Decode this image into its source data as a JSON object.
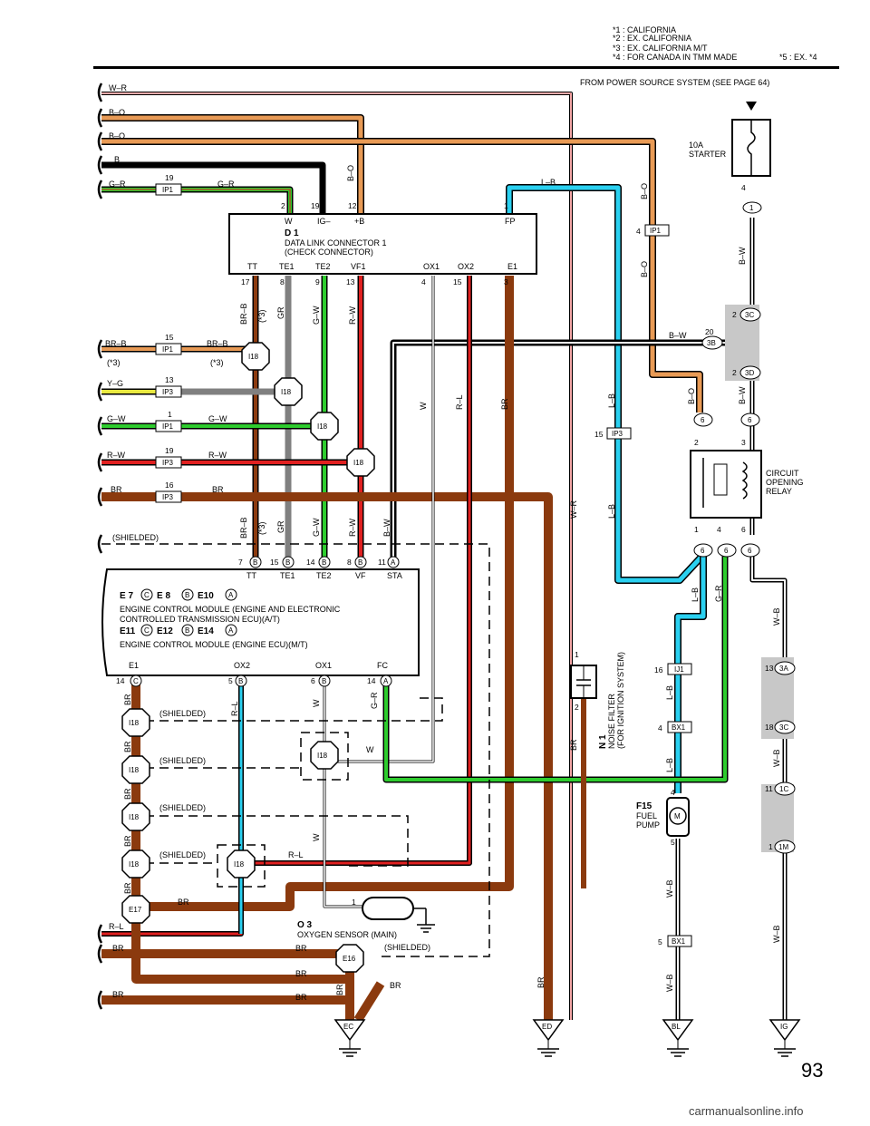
{
  "page": {
    "number": "93",
    "footer": "carmanualsonline.info"
  },
  "notes": {
    "n1": "*1 : CALIFORNIA",
    "n2": "*2 : EX.  CALIFORNIA",
    "n3": "*3 : EX.  CALIFORNIA M/T",
    "n4": "*4 : FOR  CANADA IN TMM MADE",
    "n5": "*5 : EX.  *4"
  },
  "source": "FROM POWER SOURCE SYSTEM (SEE PAGE 64)",
  "fuse": {
    "rating": "10A",
    "name": "STARTER"
  },
  "left_wires": {
    "w1": "W–R",
    "w2": "B–O",
    "w3": "B–O",
    "w4": "B",
    "w5": "G–R",
    "w6": "BR–B",
    "w6n": "(*3)",
    "w7": "Y–G",
    "w8": "G–W",
    "w9": "R–W",
    "w10": "BR",
    "shielded": "(SHIELDED)",
    "w11": "R–L",
    "w12": "BR",
    "w13": "BR"
  },
  "connectors": {
    "ip1": "IP1",
    "ip3": "IP3",
    "i18": "I18",
    "e17": "E17",
    "e16": "E16",
    "ij1": "IJ1",
    "bx1": "BX1",
    "c3b": "3B",
    "c3c": "3C",
    "c3d": "3D",
    "c3a": "3A",
    "c1c": "1C",
    "c1m": "1M",
    "c1": "1",
    "c6": "6"
  },
  "dlc": {
    "id": "D 1",
    "name": "DATA LINK CONNECTOR 1",
    "sub": "(CHECK CONNECTOR)",
    "top_pins": [
      "W",
      "IG–",
      "+B",
      "FP"
    ],
    "top_nums": [
      "2",
      "19",
      "12",
      "1"
    ],
    "bottom_pins": [
      "TT",
      "TE1",
      "TE2",
      "VF1",
      "OX1",
      "OX2",
      "E1"
    ],
    "bottom_nums": [
      "17",
      "8",
      "9",
      "13",
      "4",
      "15",
      "3"
    ]
  },
  "ecm": {
    "line1_a": "E 7",
    "line1_b": "E 8",
    "line1_c": "E10",
    "line2_a": "E11",
    "line2_b": "E12",
    "line2_c": "E14",
    "desc1": "ENGINE CONTROL MODULE (ENGINE AND ELECTRONIC",
    "desc2": "CONTROLLED TRANSMISSION ECU)(A/T)",
    "desc3": "ENGINE CONTROL MODULE (ENGINE ECU)(M/T)",
    "top_pins": [
      "TT",
      "TE1",
      "TE2",
      "VF",
      "STA"
    ],
    "top_nums": [
      "7",
      "15",
      "14",
      "8",
      "11"
    ],
    "top_conn": [
      "B",
      "B",
      "B",
      "B",
      "A"
    ],
    "bottom_pins": [
      "E1",
      "OX2",
      "OX1",
      "FC"
    ],
    "bottom_nums": [
      "14",
      "5",
      "6",
      "14"
    ],
    "bottom_conn": [
      "C",
      "B",
      "B",
      "A"
    ]
  },
  "components": {
    "relay": [
      "CIRCUIT",
      "OPENING",
      "RELAY"
    ],
    "noise": {
      "id": "N 1",
      "name": "NOISE FILTER",
      "sub": "(FOR IGNITION SYSTEM)"
    },
    "pump": {
      "id": "F15",
      "l1": "FUEL",
      "l2": "PUMP"
    },
    "o2": {
      "id": "O 3",
      "name": "OXYGEN SENSOR (MAIN)"
    }
  },
  "grounds": [
    "EC",
    "ED",
    "BL",
    "IG"
  ],
  "colors": {
    "bro": "#e89a55",
    "brown": "#8b3a0e",
    "black": "#000000",
    "green": "#2ecc2e",
    "red": "#e02020",
    "cyan": "#2ad0f0",
    "gray": "#808080",
    "yellow": "#e8e840",
    "white": "#ffffff",
    "shade": "#c8c8c8"
  }
}
